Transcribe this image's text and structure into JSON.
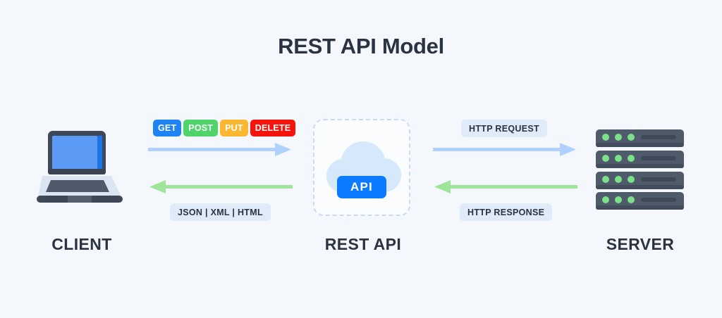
{
  "diagram": {
    "title": "REST API Model",
    "background_color": "#f4f8fd",
    "text_color": "#2b3242"
  },
  "nodes": {
    "client": {
      "label": "CLIENT",
      "icon": "laptop-icon"
    },
    "rest_api": {
      "label": "REST API",
      "icon": "cloud-icon",
      "badge": "API",
      "badge_color": "#0c7bff"
    },
    "server": {
      "label": "SERVER",
      "icon": "server-stack-icon",
      "units": 4,
      "leds_per_unit": 3,
      "led_color": "#7ce08a"
    }
  },
  "methods": [
    {
      "label": "GET",
      "color": "#1e84f5"
    },
    {
      "label": "POST",
      "color": "#4ed469"
    },
    {
      "label": "PUT",
      "color": "#fbb731"
    },
    {
      "label": "DELETE",
      "color": "#f5130b"
    }
  ],
  "labels": {
    "formats": "JSON | XML | HTML",
    "http_request": "HTTP REQUEST",
    "http_response": "HTTP RESPONSE"
  },
  "arrows": {
    "request_color": "#aed2fb",
    "response_color": "#9ee59a",
    "client_to_api": "right",
    "api_to_client": "left",
    "api_to_server": "right",
    "server_to_api": "left"
  }
}
